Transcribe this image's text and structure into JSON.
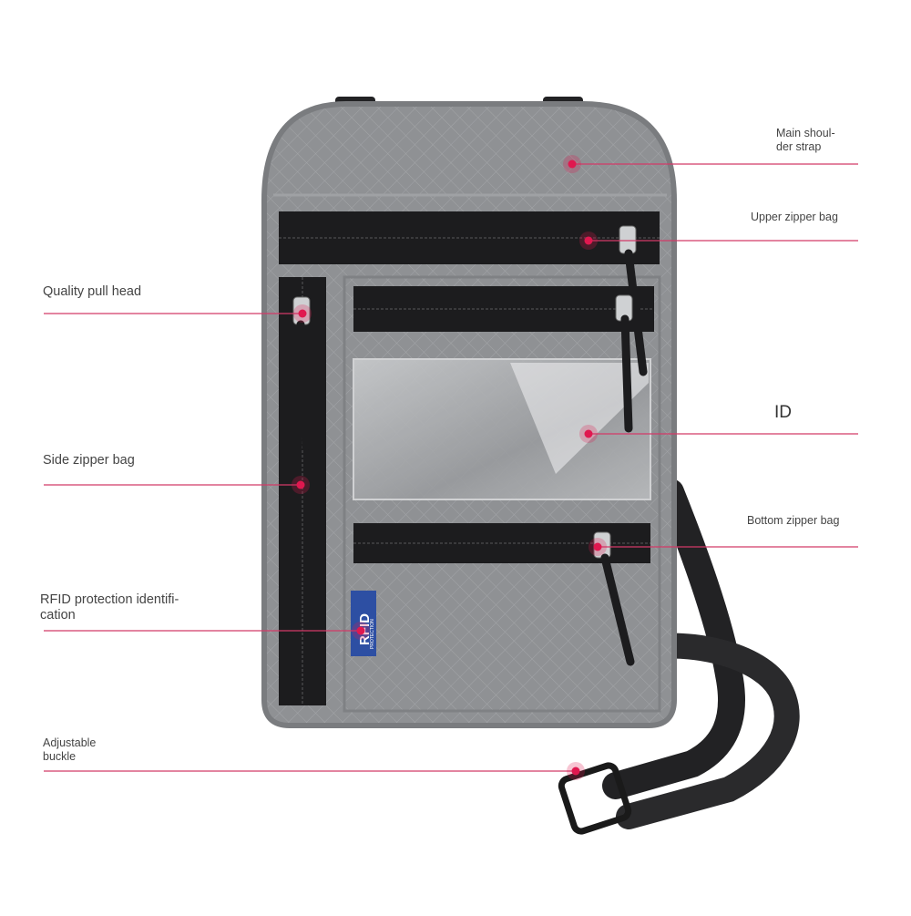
{
  "labels": {
    "main_shoulder_strap": [
      "Main shoul-",
      "der strap"
    ],
    "upper_zipper_bag": "Upper zipper bag",
    "id": "ID",
    "bottom_zipper_bag": "Bottom zipper bag",
    "quality_pull_head": "Quality pull head",
    "side_zipper_bag": "Side zipper bag",
    "rfid_protection": [
      "RFID protection identifi-",
      "cation"
    ],
    "adjustable_buckle": [
      "Adjustable",
      "buckle"
    ]
  },
  "rfid_tag": {
    "text": "RFID",
    "sub_text": "PROTECTION",
    "color": "#2d4fa3"
  },
  "colors": {
    "callout_line": "#d23a68",
    "callout_dot": "#e0184f",
    "bag_gray": "#8f9194",
    "bag_border": "#7a7c7f",
    "zipper_black": "#1c1c1e",
    "strap_black": "#222224"
  }
}
